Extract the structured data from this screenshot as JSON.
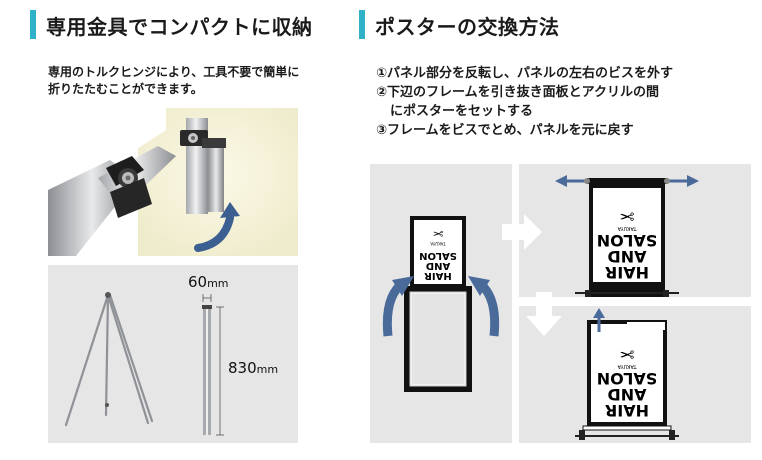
{
  "left": {
    "heading": "専用金具でコンパクトに収納",
    "description_line1": "専用のトルクヒンジにより、工具不要で簡単に",
    "description_line2": "折りたたむことができます。",
    "dimension_width": "60",
    "dimension_height": "830",
    "dimension_unit": "mm"
  },
  "right": {
    "heading": "ポスターの交換方法",
    "steps": [
      "①パネル部分を反転し、パネルの左右のビスを外す",
      "②下辺のフレームを引き抜き面板とアクリルの間",
      "にポスターをセットする",
      "③フレームをビスでとめ、パネルを元に戻す"
    ]
  },
  "poster": {
    "line1": "HAIR",
    "line2": "AND",
    "line3": "SALON",
    "small": "TAKUYA"
  },
  "colors": {
    "accent": "#2fb2c8",
    "arrow_blue": "#4a6a9a",
    "panel_gray": "#e6e6e7",
    "cream": "#f4f1d4"
  }
}
